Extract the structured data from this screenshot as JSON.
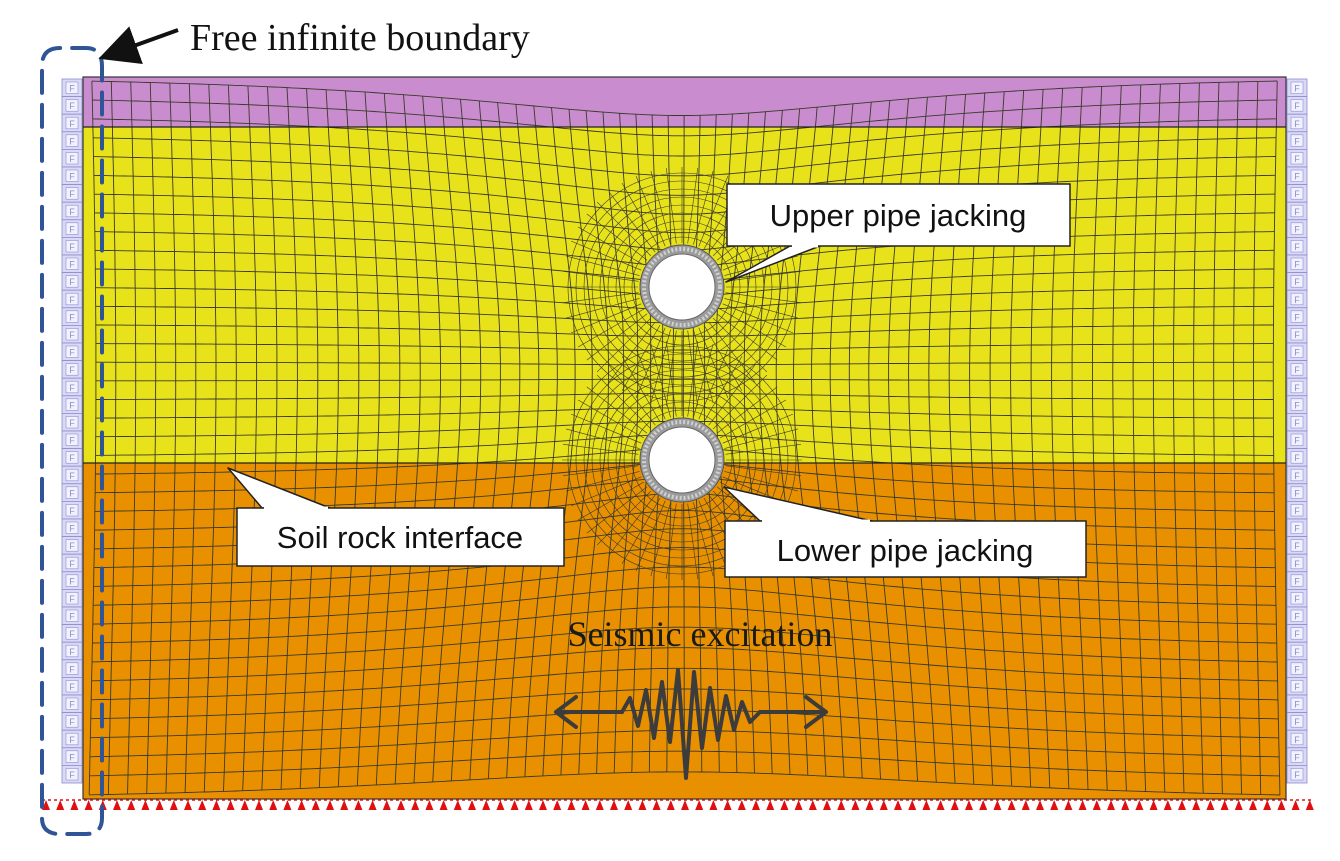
{
  "title_annotation": "Free infinite boundary",
  "callouts": {
    "upper": "Upper pipe jacking",
    "lower": "Lower pipe jacking",
    "interface": "Soil rock interface"
  },
  "excitation_label": "Seismic excitation",
  "boundary_marker": "F",
  "colors": {
    "top_layer": "#c98ccf",
    "soil_layer": "#e8e21a",
    "rock_layer": "#e89000",
    "mesh_line": "#3a3a2a",
    "infinite_elements": "#d9d9f5",
    "infinite_edge": "#8c8cd0",
    "support_triangles": "#e01010",
    "dashed_boundary": "#2f5597",
    "pipe_ring": "#a8a8a8"
  },
  "icons": {
    "fixed_support": "red-triangle-icon",
    "arrow": "arrow-icon",
    "wave": "seismic-wave-icon"
  }
}
